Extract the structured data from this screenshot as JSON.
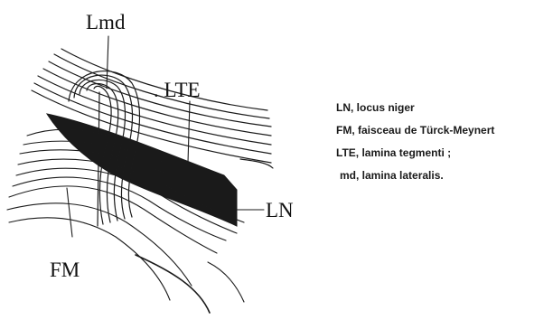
{
  "figure": {
    "labels": {
      "lmd": "Lmd",
      "lte": ". LTE",
      "ln": "LN",
      "fm": "FM"
    }
  },
  "legend": {
    "entries": [
      "LN, locus niger",
      "FM, faisceau de Türck-Meynert",
      "LTE, lamina tegmenti ;",
      "md, lamina lateralis."
    ]
  }
}
